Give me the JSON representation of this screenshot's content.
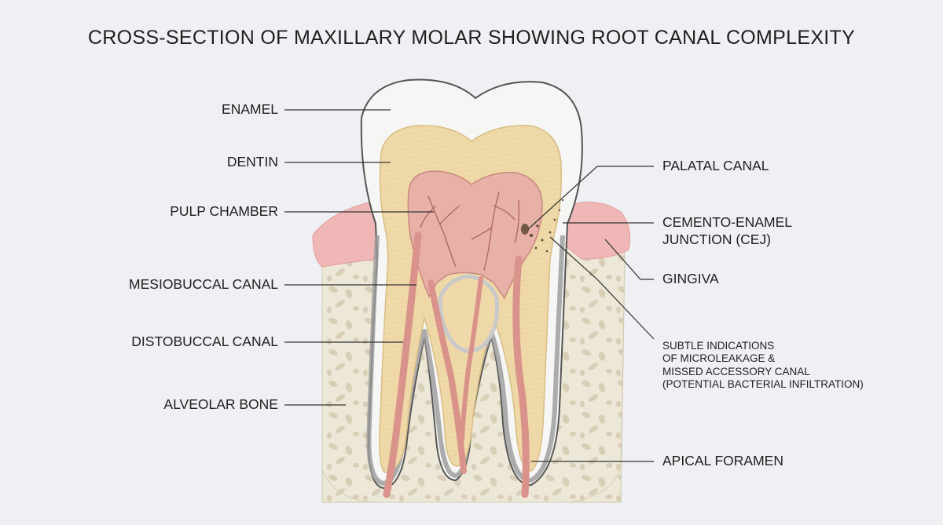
{
  "title": "CROSS-SECTION OF MAXILLARY MOLAR SHOWING ROOT CANAL COMPLEXITY",
  "labels": {
    "enamel": "ENAMEL",
    "dentin": "DENTIN",
    "pulp_chamber": "PULP CHAMBER",
    "mesiobuccal_canal": "MESIOBUCCAL CANAL",
    "distobuccal_canal": "DISTOBUCCAL CANAL",
    "alveolar_bone": "ALVEOLAR BONE",
    "palatal_canal": "PALATAL CANAL",
    "cej_line1": "CEMENTO-ENAMEL",
    "cej_line2": "JUNCTION (CEJ)",
    "gingiva": "GINGIVA",
    "note_line1": "SUBTLE INDICATIONS",
    "note_line2": "OF MICROLEAKAGE &",
    "note_line3": "MISSED ACCESSORY CANAL",
    "note_line4": "(POTENTIAL BACTERIAL INFILTRATION)",
    "apical_foramen": "APICAL FORAMEN"
  },
  "colors": {
    "background": "#eef0f3",
    "enamel": "#f6f6f4",
    "dentin": "#efd9a8",
    "pulp": "#e8b1a8",
    "canal": "#d9938b",
    "gingiva": "#efb7b5",
    "bone": "#ebe6d5",
    "cementum": "#9a9a9a",
    "leader_line": "#333333"
  }
}
